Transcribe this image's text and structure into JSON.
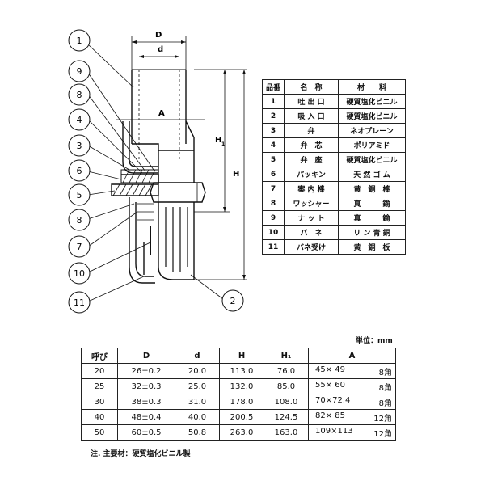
{
  "drawing": {
    "callouts": [
      {
        "number": "1"
      },
      {
        "number": "9"
      },
      {
        "number": "8"
      },
      {
        "number": "4"
      },
      {
        "number": "3"
      },
      {
        "number": "6"
      },
      {
        "number": "5"
      },
      {
        "number": "8"
      },
      {
        "number": "7"
      },
      {
        "number": "10"
      },
      {
        "number": "11"
      },
      {
        "number": "2"
      }
    ],
    "dims": {
      "D": "D",
      "d": "d",
      "A": "A",
      "H": "H",
      "H1": "H",
      "H1_sub": "1"
    }
  },
  "parts_table": {
    "headers": [
      "品番",
      "名　称",
      "材　　料"
    ],
    "rows": [
      [
        "1",
        "吐 出 口",
        "硬質塩化ビニル"
      ],
      [
        "2",
        "吸 入 口",
        "硬質塩化ビニル"
      ],
      [
        "3",
        "弁",
        "ネオプレーン"
      ],
      [
        "4",
        "弁　芯",
        "ポリアミド"
      ],
      [
        "5",
        "弁　座",
        "硬質塩化ビニル"
      ],
      [
        "6",
        "パッキン",
        "天 然 ゴ ム"
      ],
      [
        "7",
        "案 内 棒",
        "黄　銅　棒"
      ],
      [
        "8",
        "ワッシャー",
        "真　　　鍮"
      ],
      [
        "9",
        "ナ ッ ト",
        "真　　　鍮"
      ],
      [
        "10",
        "バ　ネ",
        "リ ン 青 銅"
      ],
      [
        "11",
        "バネ受け",
        "黄　銅　板"
      ]
    ]
  },
  "unit_label": "単位：mm",
  "spec_table": {
    "headers": [
      "呼び",
      "D",
      "d",
      "H",
      "H₁",
      "A"
    ],
    "rows": [
      {
        "size": "20",
        "D": "26±0.2",
        "d": "20.0",
        "H": "113.0",
        "H1": "76.0",
        "A": "45× 49",
        "sides": "8角"
      },
      {
        "size": "25",
        "D": "32±0.3",
        "d": "25.0",
        "H": "132.0",
        "H1": "85.0",
        "A": "55× 60",
        "sides": "8角"
      },
      {
        "size": "30",
        "D": "38±0.3",
        "d": "31.0",
        "H": "178.0",
        "H1": "108.0",
        "A": "70×72.4",
        "sides": "8角"
      },
      {
        "size": "40",
        "D": "48±0.4",
        "d": "40.0",
        "H": "200.5",
        "H1": "124.5",
        "A": "82× 85",
        "sides": "12角"
      },
      {
        "size": "50",
        "D": "60±0.5",
        "d": "50.8",
        "H": "263.0",
        "H1": "163.0",
        "A": "109×113",
        "sides": "12角"
      }
    ]
  },
  "note": "注. 主要材：硬質塩化ビニル製"
}
